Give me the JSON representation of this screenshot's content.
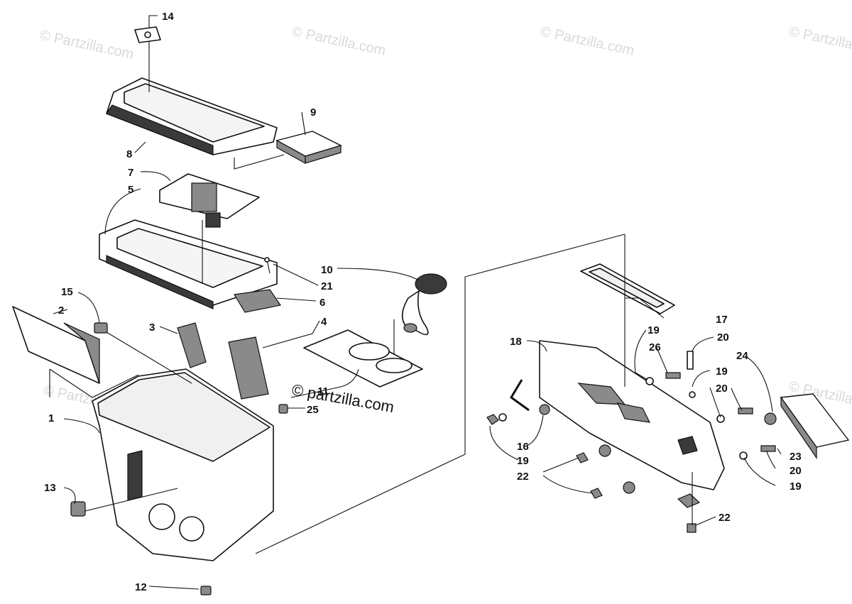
{
  "watermarks": [
    "© Partzilla.com",
    "© Partzilla.com",
    "© Partzilla.com",
    "© Partzilla.com",
    "© Partzilla.com",
    "© Partzilla.com"
  ],
  "center_watermark": "© partzilla.com",
  "callouts": {
    "c1": "1",
    "c2": "2",
    "c3": "3",
    "c4": "4",
    "c5": "5",
    "c6": "6",
    "c7": "7",
    "c8": "8",
    "c9": "9",
    "c10": "10",
    "c11": "11",
    "c12": "12",
    "c13": "13",
    "c14": "14",
    "c15": "15",
    "c16": "16",
    "c17": "17",
    "c18": "18",
    "c19a": "19",
    "c19b": "19",
    "c19c": "19",
    "c19d": "19",
    "c20a": "20",
    "c20b": "20",
    "c20c": "20",
    "c21": "21",
    "c22a": "22",
    "c22b": "22",
    "c23": "23",
    "c24": "24",
    "c25": "25",
    "c26": "26"
  }
}
